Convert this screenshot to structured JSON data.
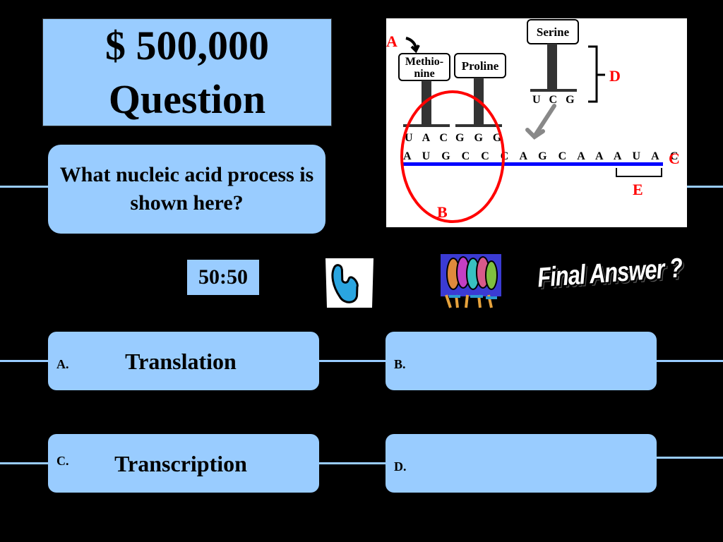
{
  "game": {
    "title": "$ 500,000 Question",
    "question": "What nucleic acid process is shown here?"
  },
  "lifelines": {
    "fifty_fifty_label": "50:50",
    "phone_icon": "phone-a-friend-icon",
    "audience_icon": "ask-the-audience-icon",
    "final_answer_label": "Final Answer ?"
  },
  "answers": [
    {
      "letter": "A.",
      "text": "Translation"
    },
    {
      "letter": "B.",
      "text": ""
    },
    {
      "letter": "C.",
      "text": "Transcription"
    },
    {
      "letter": "D.",
      "text": ""
    }
  ],
  "diagram": {
    "trna_labels": [
      "Methio-",
      "nine",
      "Proline",
      "Serine"
    ],
    "anticodons": [
      "U A C",
      "G G G",
      "U C G"
    ],
    "mrna_sequence": "A U G C C C A G C A A A U A C",
    "callouts": [
      "A",
      "B",
      "C",
      "D",
      "E"
    ]
  },
  "colors": {
    "accent": "#99ccff",
    "background": "#000000",
    "mrna_strand": "#0000ff",
    "callout_red": "#ff0000"
  }
}
